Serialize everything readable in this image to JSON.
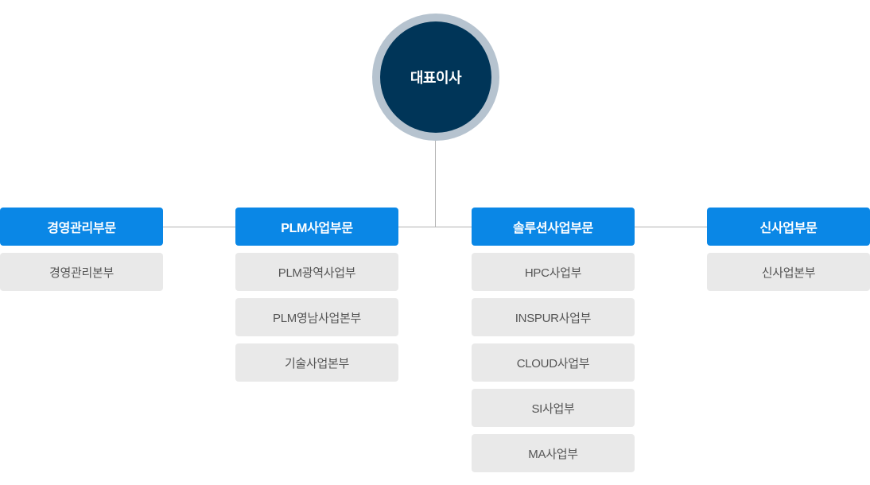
{
  "ceo": {
    "label": "대표이사"
  },
  "colors": {
    "ceo_fill": "#003558",
    "ceo_ring": "#b6c3cf",
    "dept_fill": "#0a87e6",
    "unit_fill": "#e9e9e9",
    "connector": "#b3b3b3"
  },
  "departments": [
    {
      "label": "경영관리부문",
      "units": [
        "경영관리본부"
      ]
    },
    {
      "label": "PLM사업부문",
      "units": [
        "PLM광역사업부",
        "PLM영남사업본부",
        "기술사업본부"
      ]
    },
    {
      "label": "솔루션사업부문",
      "units": [
        "HPC사업부",
        "INSPUR사업부",
        "CLOUD사업부",
        "SI사업부",
        "MA사업부"
      ]
    },
    {
      "label": "신사업부문",
      "units": [
        "신사업본부"
      ]
    }
  ]
}
